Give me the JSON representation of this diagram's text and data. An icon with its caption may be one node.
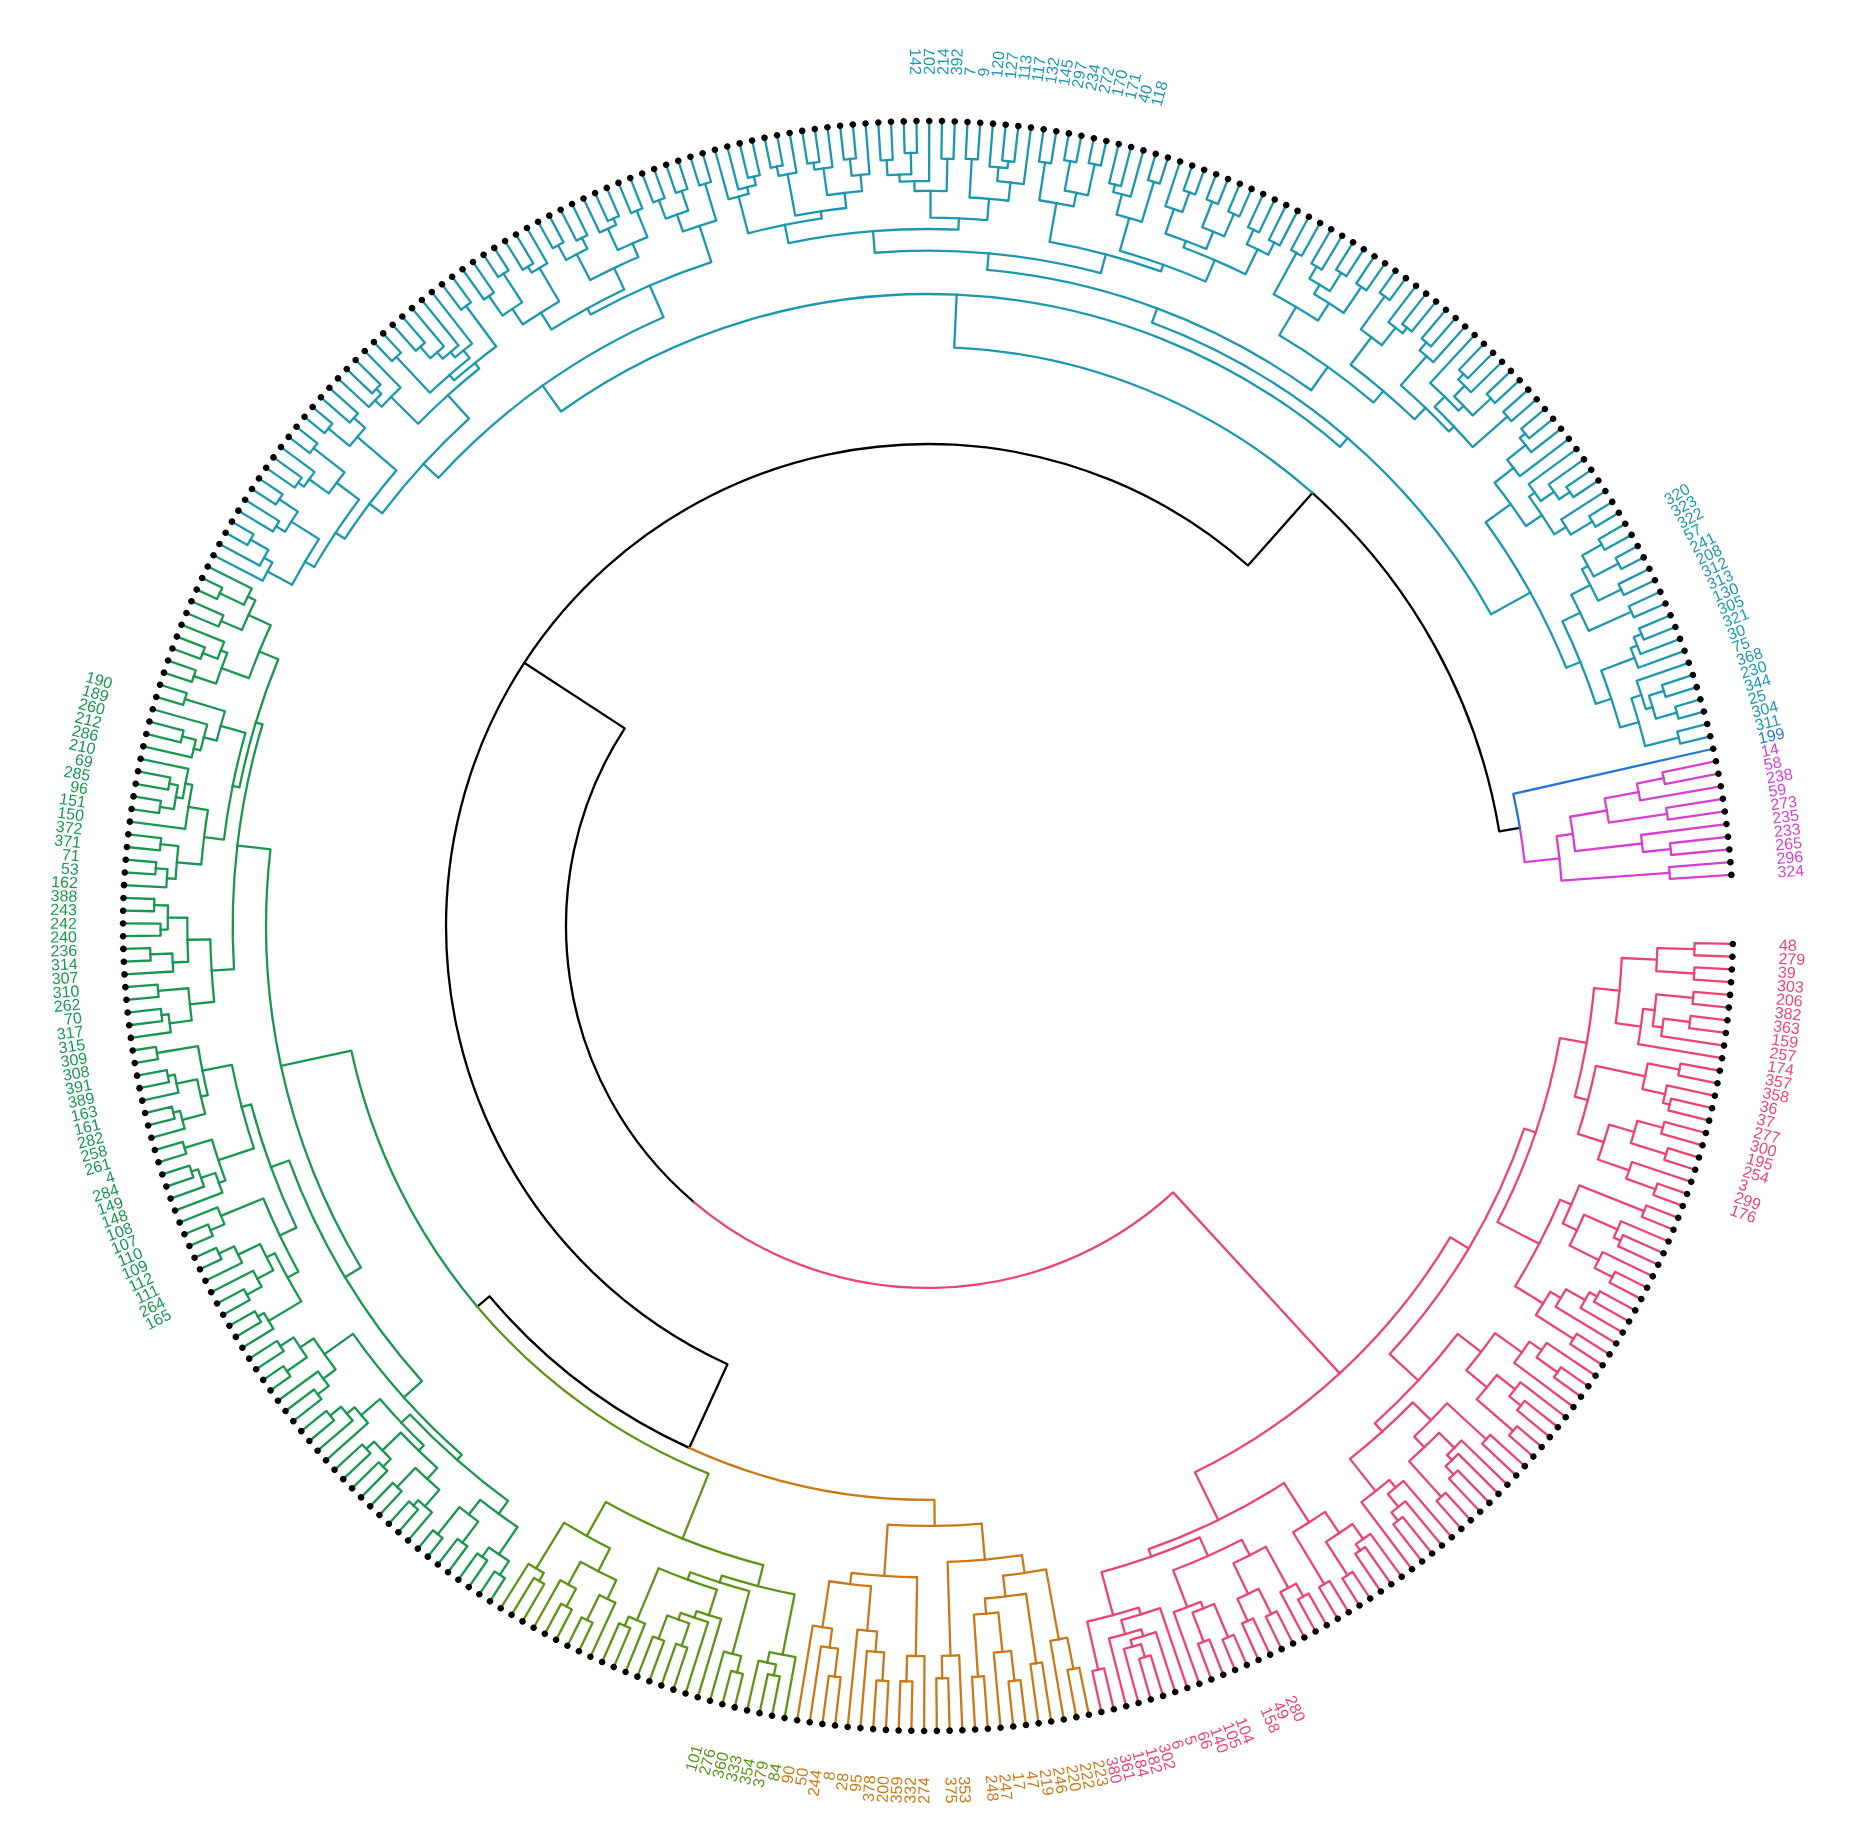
{
  "diagram": {
    "labels": [
      "242",
      "243",
      "388",
      "162",
      "53",
      "71",
      "371",
      "372",
      "150",
      "151",
      "96",
      "285",
      "69",
      "210",
      "286",
      "212",
      "260",
      "189",
      "190",
      "142",
      "207",
      "214",
      "392",
      "7",
      "9",
      "120",
      "127",
      "113",
      "117",
      "132",
      "145",
      "297",
      "234",
      "272",
      "170",
      "171",
      "40",
      "118",
      "320",
      "323",
      "322",
      "57",
      "241",
      "208",
      "312",
      "313",
      "130",
      "305",
      "321",
      "30",
      "75",
      "368",
      "230",
      "344",
      "25",
      "304",
      "311",
      "199",
      "14",
      "58",
      "238",
      "59",
      "273",
      "235",
      "233",
      "265",
      "296",
      "324",
      "240",
      "236",
      "314",
      "307",
      "310",
      "262",
      "70",
      "317",
      "315",
      "309",
      "308",
      "391",
      "389",
      "163",
      "161",
      "282",
      "258",
      "261",
      "4",
      "284",
      "149",
      "148",
      "108",
      "107",
      "110",
      "109",
      "112",
      "111",
      "264",
      "165",
      "101",
      "276",
      "360",
      "333",
      "354",
      "379",
      "84",
      "90",
      "50",
      "244",
      "8",
      "28",
      "95",
      "378",
      "200",
      "359",
      "332",
      "274",
      "375",
      "353",
      "248",
      "247",
      "17",
      "47",
      "219",
      "246",
      "220",
      "222",
      "223",
      "380",
      "361",
      "184",
      "182",
      "302",
      "6",
      "5",
      "66",
      "140",
      "105",
      "104",
      "158",
      "49",
      "280",
      "176",
      "299",
      "3",
      "254",
      "195",
      "300",
      "277",
      "37",
      "36",
      "358",
      "357",
      "174",
      "257",
      "159",
      "363",
      "382",
      "206",
      "303",
      "39",
      "279",
      "48"
    ]
  }
}
